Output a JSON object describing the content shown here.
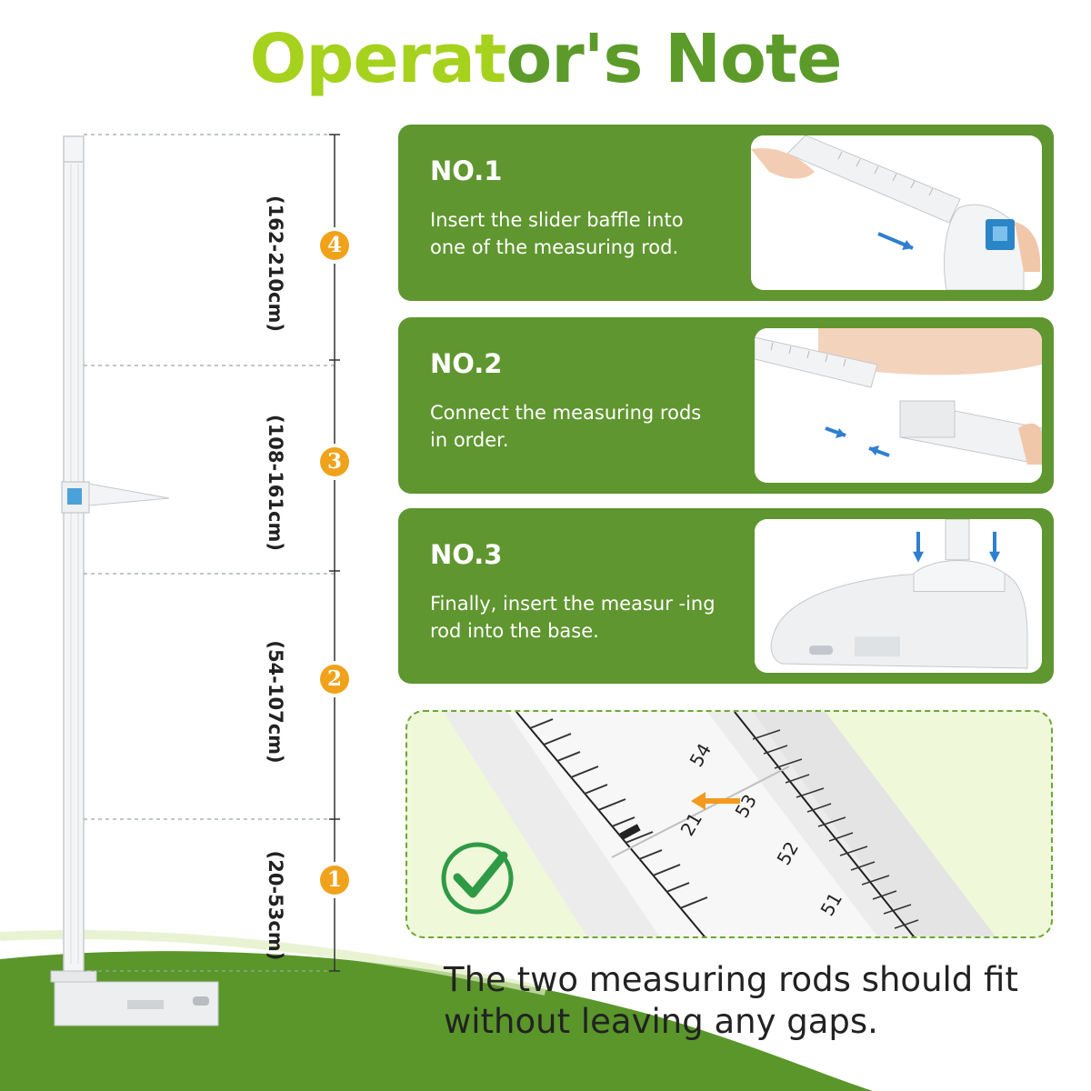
{
  "title": {
    "part1": "Operat",
    "part2": "or's Note"
  },
  "colors": {
    "title_light": "#a6d21d",
    "title_dark": "#5c9b2a",
    "card_green": "#5f962f",
    "badge_orange": "#f0a21b",
    "ground_green": "#5a962a"
  },
  "segments": [
    {
      "badge": "4",
      "range": "(162-210cm)"
    },
    {
      "badge": "3",
      "range": "(108-161cm)"
    },
    {
      "badge": "2",
      "range": "(54-107cm)"
    },
    {
      "badge": "1",
      "range": "(20-53cm)"
    }
  ],
  "steps": [
    {
      "number": "NO.1",
      "text": "Insert the slider baffle into one of the measuring rod."
    },
    {
      "number": "NO.2",
      "text": "Connect the measuring rods in order."
    },
    {
      "number": "NO.3",
      "text": "Finally, insert the measur -ing rod into the base."
    }
  ],
  "zoom": {
    "icon": "check-circle-icon",
    "ruler_marks_right": [
      "54",
      "53",
      "52",
      "51"
    ],
    "ruler_marks_left": [
      "21"
    ]
  },
  "caption": "The two measuring rods should fit without leaving any gaps."
}
